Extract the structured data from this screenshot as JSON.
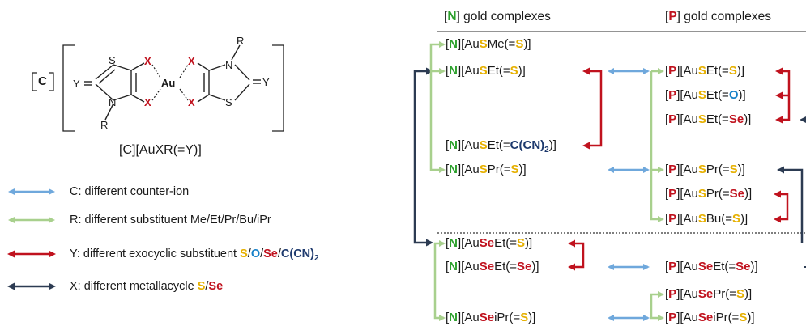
{
  "headers": {
    "n": [
      "[",
      "N",
      "] gold complexes"
    ],
    "p": [
      "[",
      "P",
      "] gold complexes"
    ]
  },
  "structure": {
    "c_label": "C",
    "caption": "[C][AuXR(=Y)]",
    "atoms": {
      "y_left": "Y",
      "y_right": "Y",
      "s_left": "S",
      "s_right": "S",
      "n_left": "N",
      "n_right": "N",
      "r_left": "R",
      "r_right": "R",
      "au": "Au",
      "x1": "X",
      "x2": "X",
      "x3": "X",
      "x4": "X"
    }
  },
  "legend": {
    "c": "C: different counter-ion",
    "r": "R: different substituent Me/Et/Pr/Bu/iPr",
    "y_prefix": "Y: different exocyclic substituent ",
    "y_s": "S",
    "y_o": "O",
    "y_se": "Se",
    "y_ccn": "C(CN)",
    "y_sub": "2",
    "x_prefix": "X: different metallacycle ",
    "x_s": "S",
    "x_se": "Se",
    "slash": "/"
  },
  "colors": {
    "blue": "#6fa8dc",
    "green": "#a8d08d",
    "red": "#c0121e",
    "navy": "#2c3b52",
    "sulfur": "#e6b000",
    "oxygen": "#1580c8",
    "selenium": "#c0121e",
    "cyano": "#1e3a6e",
    "nitrogen": "#2ca02c"
  },
  "n_complexes": [
    [
      [
        "N",
        "g"
      ],
      [
        "][Au",
        ""
      ],
      [
        "S",
        "y"
      ],
      [
        "Me(=",
        ""
      ],
      [
        "S",
        "y"
      ],
      [
        ")]",
        ""
      ]
    ],
    [
      [
        "N",
        "g"
      ],
      [
        "][Au",
        ""
      ],
      [
        "S",
        "y"
      ],
      [
        "Et(=",
        ""
      ],
      [
        "S",
        "y"
      ],
      [
        ")]",
        ""
      ]
    ],
    [
      [
        "N",
        "g"
      ],
      [
        "][Au",
        ""
      ],
      [
        "S",
        "y"
      ],
      [
        "Et(=",
        ""
      ],
      [
        "C(CN)",
        "d"
      ],
      [
        "2",
        "dsub"
      ],
      [
        ")]",
        ""
      ]
    ],
    [
      [
        "N",
        "g"
      ],
      [
        "][Au",
        ""
      ],
      [
        "S",
        "y"
      ],
      [
        "Pr(=",
        ""
      ],
      [
        "S",
        "y"
      ],
      [
        ")]",
        ""
      ]
    ],
    [
      [
        "N",
        "g"
      ],
      [
        "][Au",
        ""
      ],
      [
        "Se",
        "r"
      ],
      [
        "Et(=",
        ""
      ],
      [
        "S",
        "y"
      ],
      [
        ")]",
        ""
      ]
    ],
    [
      [
        "N",
        "g"
      ],
      [
        "][Au",
        ""
      ],
      [
        "Se",
        "r"
      ],
      [
        "Et(=",
        ""
      ],
      [
        "Se",
        "r"
      ],
      [
        ")]",
        ""
      ]
    ],
    [
      [
        "N",
        "g"
      ],
      [
        "][Au",
        ""
      ],
      [
        "Se",
        "r"
      ],
      [
        "iPr(=",
        ""
      ],
      [
        "S",
        "y"
      ],
      [
        ")]",
        ""
      ]
    ]
  ],
  "p_complexes": [
    [
      [
        "P",
        "r"
      ],
      [
        "][Au",
        ""
      ],
      [
        "S",
        "y"
      ],
      [
        "Et(=",
        ""
      ],
      [
        "S",
        "y"
      ],
      [
        ")]",
        ""
      ]
    ],
    [
      [
        "P",
        "r"
      ],
      [
        "][Au",
        ""
      ],
      [
        "S",
        "y"
      ],
      [
        "Et(=",
        ""
      ],
      [
        "O",
        "o"
      ],
      [
        ")]",
        ""
      ]
    ],
    [
      [
        "P",
        "r"
      ],
      [
        "][Au",
        ""
      ],
      [
        "S",
        "y"
      ],
      [
        "Et(=",
        ""
      ],
      [
        "Se",
        "r"
      ],
      [
        ")]",
        ""
      ]
    ],
    [
      [
        "P",
        "r"
      ],
      [
        "][Au",
        ""
      ],
      [
        "S",
        "y"
      ],
      [
        "Pr(=",
        ""
      ],
      [
        "S",
        "y"
      ],
      [
        ")]",
        ""
      ]
    ],
    [
      [
        "P",
        "r"
      ],
      [
        "][Au",
        ""
      ],
      [
        "S",
        "y"
      ],
      [
        "Pr(=",
        ""
      ],
      [
        "Se",
        "r"
      ],
      [
        ")]",
        ""
      ]
    ],
    [
      [
        "P",
        "r"
      ],
      [
        "][Au",
        ""
      ],
      [
        "S",
        "y"
      ],
      [
        "Bu(=",
        ""
      ],
      [
        "S",
        "y"
      ],
      [
        ")]",
        ""
      ]
    ],
    [
      [
        "P",
        "r"
      ],
      [
        "][Au",
        ""
      ],
      [
        "Se",
        "r"
      ],
      [
        "Et(=",
        ""
      ],
      [
        "Se",
        "r"
      ],
      [
        ")]",
        ""
      ]
    ],
    [
      [
        "P",
        "r"
      ],
      [
        "][Au",
        ""
      ],
      [
        "Se",
        "r"
      ],
      [
        "Pr(=",
        ""
      ],
      [
        "S",
        "y"
      ],
      [
        ")]",
        ""
      ]
    ],
    [
      [
        "P",
        "r"
      ],
      [
        "][Au",
        ""
      ],
      [
        "Se",
        "r"
      ],
      [
        "iPr(=",
        ""
      ],
      [
        "S",
        "y"
      ],
      [
        ")]",
        ""
      ]
    ]
  ]
}
